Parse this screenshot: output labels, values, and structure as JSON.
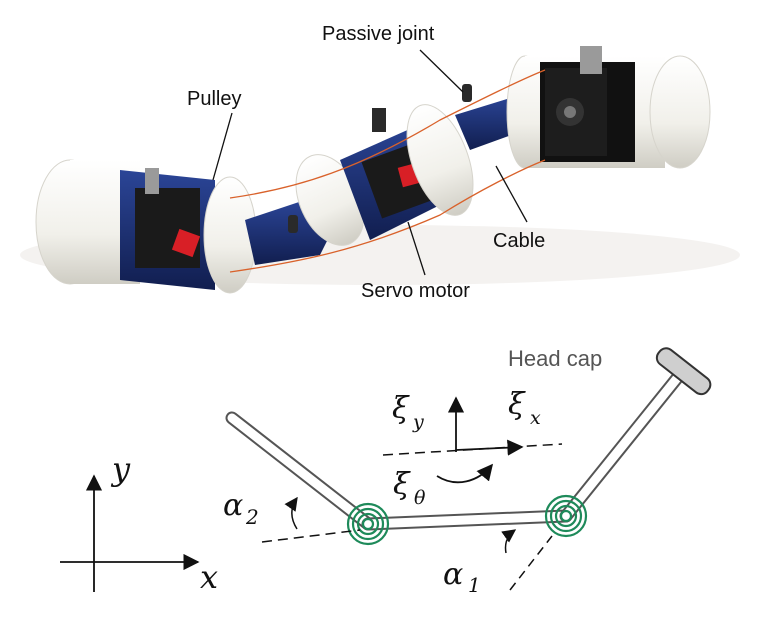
{
  "photo_labels": {
    "passive_joint": "Passive joint",
    "pulley": "Pulley",
    "cable": "Cable",
    "servo_motor": "Servo motor"
  },
  "diagram_labels": {
    "head_cap": "Head cap",
    "xi": "ξ",
    "xi_y_sub": "y",
    "xi_x_sub": "x",
    "xi_theta_sub": "θ",
    "alpha": "α",
    "alpha1_sub": "1",
    "alpha2_sub": "2",
    "axis_x": "x",
    "axis_y": "y"
  },
  "colors": {
    "frame_blue": "#1d2f6e",
    "shell_white": "#f4f3ee",
    "motor_black": "#1a1a1a",
    "accent_red": "#d81f26",
    "cable_orange": "#d9622b",
    "spring_green": "#1e8a5a",
    "link_gray": "#555555",
    "cap_gray": "#cfcfcf"
  }
}
